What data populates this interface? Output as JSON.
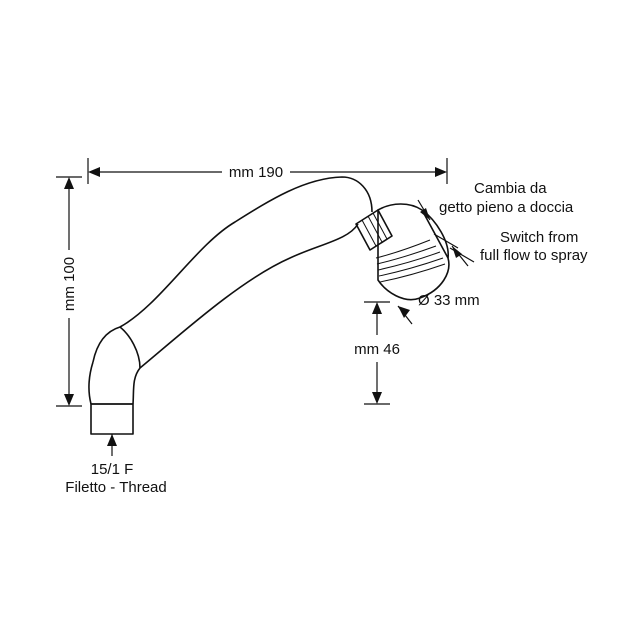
{
  "diagram": {
    "labels": {
      "width_dim": "mm 190",
      "height_dim": "mm 100",
      "lower_dim": "mm 46",
      "diameter_dim": "Ø 33 mm",
      "switch_it_line1": "Cambia da",
      "switch_it_line2": "getto pieno a doccia",
      "switch_en_line1": "Switch from",
      "switch_en_line2": "full flow to spray",
      "thread_line1": "15/1 F",
      "thread_line2": "Filetto - Thread"
    },
    "colors": {
      "stroke": "#111111",
      "background": "#ffffff"
    }
  }
}
